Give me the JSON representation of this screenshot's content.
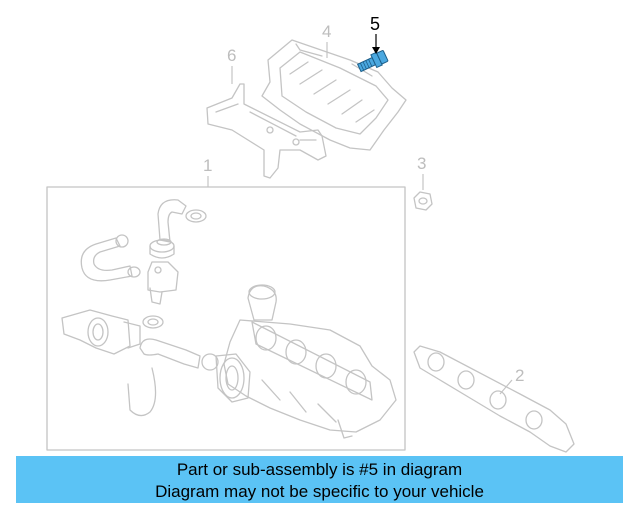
{
  "diagram": {
    "callouts": {
      "c1": "1",
      "c2": "2",
      "c3": "3",
      "c4": "4",
      "c5": "5",
      "c6": "6"
    },
    "highlighted_part": "5",
    "highlight_color": "#4aa8e0"
  },
  "banner": {
    "line1": "Part or sub-assembly is #5 in diagram",
    "line2": "Diagram may not be specific to your vehicle",
    "background": "#5bc3f5"
  }
}
